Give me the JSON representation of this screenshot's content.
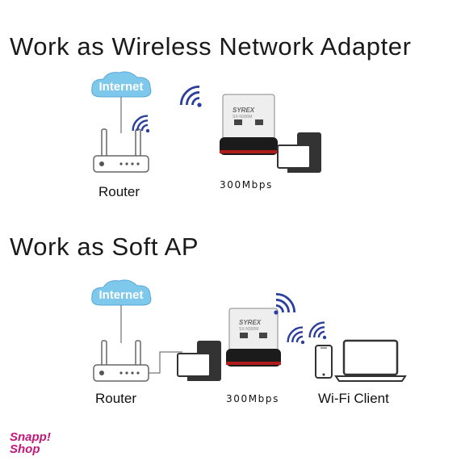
{
  "section1": {
    "title": "Work as Wireless Network Adapter",
    "internet_label": "Internet",
    "router_label": "Router",
    "speed_label": "300Mbps"
  },
  "section2": {
    "title": "Work as Soft AP",
    "internet_label": "Internet",
    "router_label": "Router",
    "speed_label": "300Mbps",
    "client_label": "Wi-Fi Client"
  },
  "adapter": {
    "brand": "SYREX",
    "model": "SX-N300M"
  },
  "logo": {
    "line1": "Snapp!",
    "line2": "Shop"
  },
  "colors": {
    "cloud": "#7ec8ec",
    "wifi": "#2a3f9e",
    "logo": "#c2187a"
  }
}
